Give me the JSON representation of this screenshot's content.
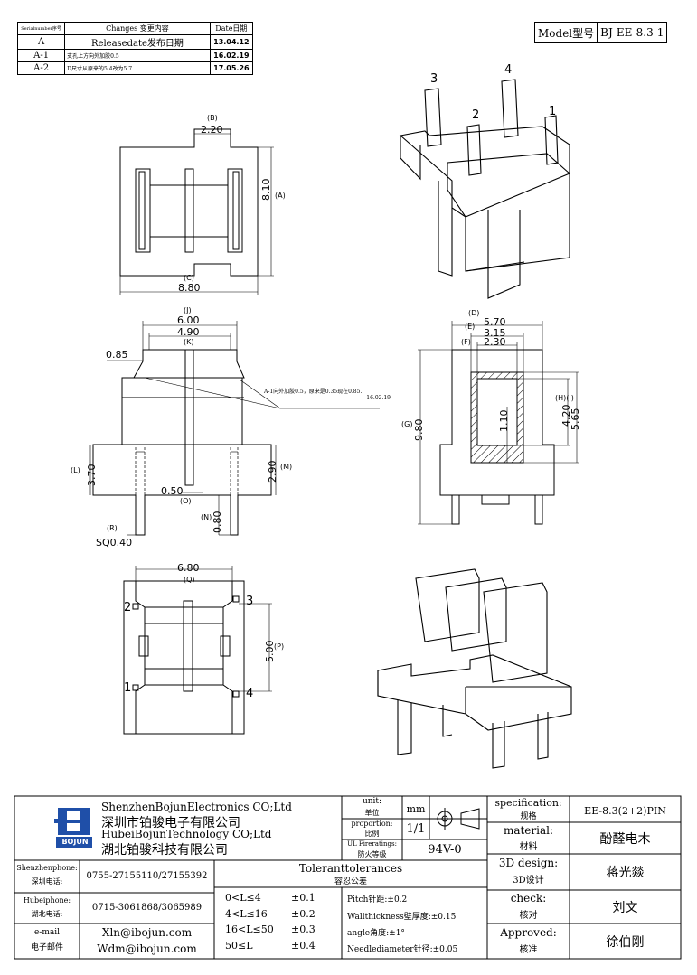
{
  "revision_table": {
    "header": {
      "serial": "Serialnumber序号",
      "changes": "Changes 变更内容",
      "date": "Date日期"
    },
    "rows": [
      {
        "serial": "A",
        "changes": "Releasedate发布日期",
        "date": "13.04.12"
      },
      {
        "serial": "A-1",
        "changes": "支孔上方向外加胶0.5",
        "date": "16.02.19"
      },
      {
        "serial": "A-2",
        "changes": "D尺寸从原来的5.4改为5.7",
        "date": "17.05.26"
      }
    ]
  },
  "model": {
    "label": "Model型号",
    "value": "BJ-EE-8.3-1"
  },
  "pin_labels": {
    "p1": "1",
    "p2": "2",
    "p3": "3",
    "p4": "4"
  },
  "dimensions": {
    "B": "2.20",
    "B_tag": "(B)",
    "A": "8.10",
    "A_tag": "(A)",
    "C": "8.80",
    "C_tag": "(C)",
    "J": "6.00",
    "J_tag": "(J)",
    "K": "4.90",
    "K_tag": "(K)",
    "edge": "0.85",
    "L": "3.70",
    "L_tag": "(L)",
    "M": "2.90",
    "M_tag": "(M)",
    "O": "0.50",
    "O_tag": "(O)",
    "N": "0.80",
    "N_tag": "(N)",
    "R": "SQ0.40",
    "R_tag": "(R)",
    "D": "5.70",
    "D_tag": "(D)",
    "E": "3.15",
    "E_tag": "(E)",
    "F": "2.30",
    "F_tag": "(F)",
    "G": "9.80",
    "G_tag": "(G)",
    "H": "4.20",
    "I": "5.65",
    "HI_tag": "(H)(I)",
    "wall": "1.10",
    "Q": "6.80",
    "Q_tag": "(Q)",
    "P": "5.00",
    "P_tag": "(P)"
  },
  "note": {
    "line1": "A-1向外加胶0.5，原来是0.35现在0.85.",
    "line2": "16.02.19"
  },
  "title_block": {
    "company_en1": "ShenzhenBojunElectronics CO;Ltd",
    "company_cn1": "深圳市铂骏电子有限公司",
    "company_en2": "HubeiBojunTechnology CO;Ltd",
    "company_cn2": "湖北铂骏科技有限公司",
    "logo_text": "BOJUN",
    "unit_label": "unit:",
    "unit_label_cn": "单位",
    "unit_value": "mm",
    "proportion_label": "proportion:",
    "proportion_label_cn": "比例",
    "proportion_value": "1/1",
    "ul_label": "UL Fireratings:",
    "ul_label_cn": "防火等级",
    "ul_value": "94V-0",
    "spec_label": "specification:",
    "spec_label_cn": "规格",
    "spec_value": "EE-8.3(2+2)PIN",
    "material_label": "material:",
    "material_label_cn": "材料",
    "material_value": "酚醛电木",
    "design_label": "3D design:",
    "design_label_cn": "3D设计",
    "design_value": "蒋光燚",
    "check_label": "check:",
    "check_label_cn": "核对",
    "check_value": "刘文",
    "approved_label": "Approved:",
    "approved_label_cn": "核准",
    "approved_value": "徐伯刚",
    "sz_phone_label": "Shenzhenphone:",
    "sz_phone_label_cn": "深圳电话:",
    "sz_phone": "0755-27155110/27155392",
    "hb_phone_label": "Hubeiphone:",
    "hb_phone_label_cn": "湖北电话:",
    "hb_phone": "0715-3061868/3065989",
    "email_label": "e-mail",
    "email_label_cn": "电子邮件",
    "email1": "Xln@ibojun.com",
    "email2": "Wdm@ibojun.com",
    "tol_title": "Toleranttolerances",
    "tol_title_cn": "容忍公差",
    "tol_rows": [
      {
        "range": "0<L≤4",
        "tol": "±0.1"
      },
      {
        "range": "4<L≤16",
        "tol": "±0.2"
      },
      {
        "range": "16<L≤50",
        "tol": "±0.3"
      },
      {
        "range": "50≤L",
        "tol": "±0.4"
      }
    ],
    "pitch": "Pitch针距:±0.2",
    "wall": "Wallthickness壁厚度:±0.15",
    "angle": "angle角度:±1°",
    "needle": "Needlediameter针径:±0.05"
  }
}
